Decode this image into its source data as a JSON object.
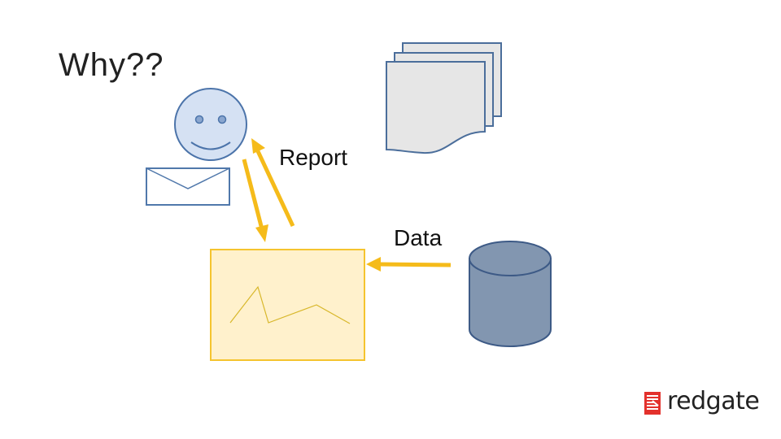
{
  "slide": {
    "title": "Why??",
    "report_label": "Report",
    "data_label": "Data"
  },
  "brand": {
    "name": "redgate",
    "icon": "redgate-logo-icon",
    "color": "#e3312c"
  },
  "colors": {
    "arrow": "#f5bb1a",
    "chart_fill": "#fff1cc",
    "chart_border": "#f5c42e",
    "face_fill": "#d5e1f3",
    "face_stroke": "#4c74aa",
    "document_fill": "#e6e6e6",
    "document_stroke": "#4b6e9b",
    "database_fill": "#8296b0",
    "database_stroke": "#3d5a86"
  },
  "icons": [
    "smiley-face-icon",
    "envelope-icon",
    "documents-icon",
    "chart-icon",
    "database-icon"
  ]
}
